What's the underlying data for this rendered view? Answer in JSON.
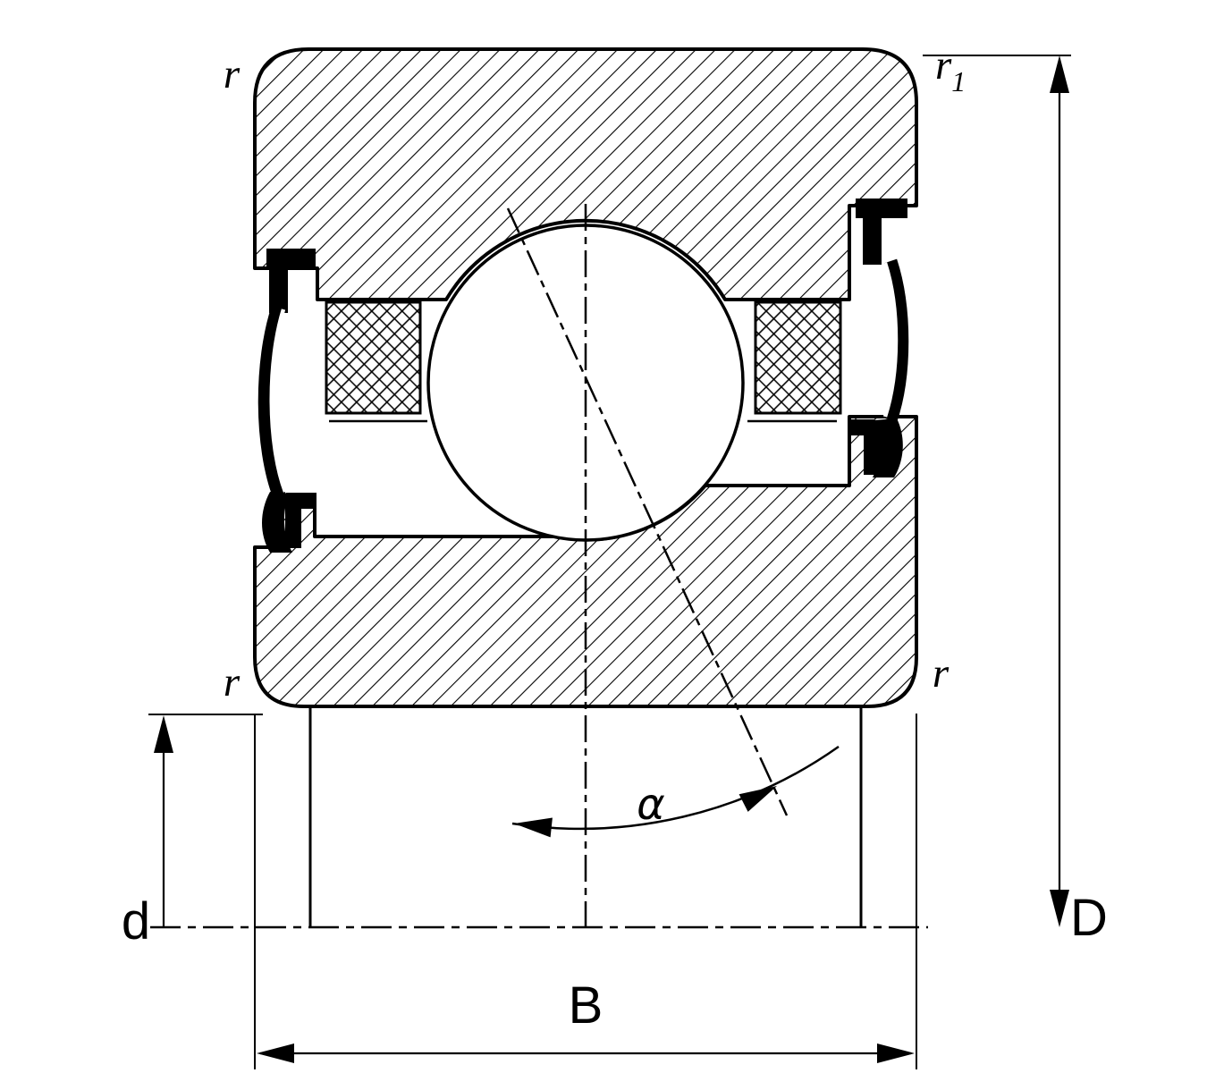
{
  "drawing": {
    "labels": {
      "r_top_left": "r",
      "r1_base": "r",
      "r1_sub": "1",
      "r_bottom_left": "r",
      "r_bottom_right": "r",
      "bore_diameter": "d",
      "outer_diameter": "D",
      "width": "B",
      "contact_angle": "α"
    },
    "colors": {
      "line": "#000000",
      "background": "#ffffff"
    }
  }
}
